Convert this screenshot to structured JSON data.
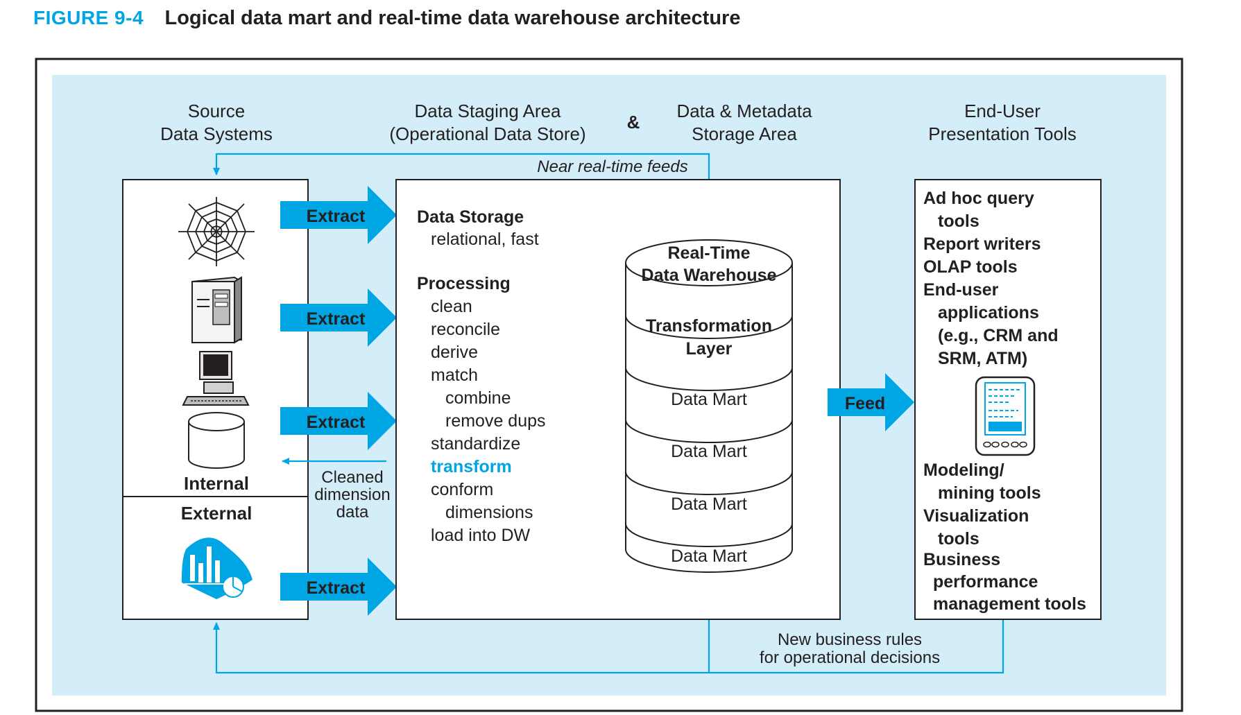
{
  "figure": {
    "label": "FIGURE 9-4",
    "title": "Logical data mart and real-time data warehouse architecture"
  },
  "columns": {
    "source": [
      "Source",
      "Data Systems"
    ],
    "staging": [
      "Data Staging Area",
      "(Operational Data Store)"
    ],
    "ampersand": "&",
    "storage": [
      "Data & Metadata",
      "Storage Area"
    ],
    "enduser": [
      "End-User",
      "Presentation Tools"
    ]
  },
  "source": {
    "internal_label": "Internal",
    "external_label": "External",
    "icons": [
      "web-icon",
      "server-icon",
      "desktop-computer-icon",
      "database-icon",
      "external-chart-icon"
    ]
  },
  "extract_label": "Extract",
  "feed_label": "Feed",
  "near_realtime_label": "Near real-time feeds",
  "cleaned_label": [
    "Cleaned",
    "dimension",
    "data"
  ],
  "business_rules_label": [
    "New business rules",
    "for operational decisions"
  ],
  "staging": {
    "storage_heading": "Data Storage",
    "storage_detail": "relational, fast",
    "processing_heading": "Processing",
    "steps": [
      "clean",
      "reconcile",
      "derive",
      "match",
      "combine",
      "remove dups",
      "standardize",
      "transform",
      "conform",
      "dimensions",
      "load into DW"
    ],
    "highlight_step": "transform"
  },
  "warehouse": {
    "title": [
      "Real-Time",
      "Data Warehouse"
    ],
    "layer": [
      "Transformation",
      "Layer"
    ],
    "marts": [
      "Data Mart",
      "Data Mart",
      "Data Mart",
      "Data Mart"
    ]
  },
  "enduser_tools": [
    "Ad hoc query",
    "tools",
    "Report writers",
    "OLAP tools",
    "End-user",
    "applications",
    "(e.g., CRM and",
    "SRM, ATM)",
    "Modeling/",
    "mining tools",
    "Visualization",
    "tools",
    "Business",
    "performance",
    "management tools"
  ],
  "colors": {
    "accent": "#00a6e4",
    "panel_bg": "#d3edf9",
    "text": "#231f20",
    "border": "#231f20"
  }
}
